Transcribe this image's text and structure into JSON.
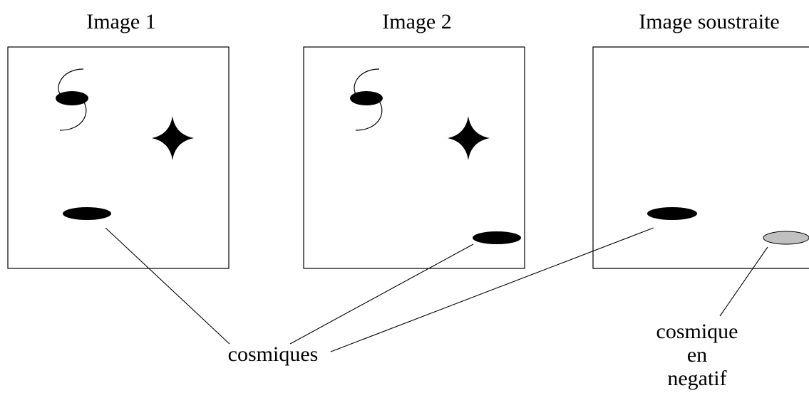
{
  "panels": [
    {
      "title": "Image 1"
    },
    {
      "title": "Image 2"
    },
    {
      "title": "Image soustraite"
    }
  ],
  "annotations": {
    "cosmics_label": "cosmiques",
    "negative_label_line1": "cosmique",
    "negative_label_line2": "en",
    "negative_label_line3": "negatif"
  },
  "colors": {
    "stroke": "#000000",
    "fill": "#000000",
    "negative_fill": "#c0c0c0",
    "background": "#ffffff"
  }
}
